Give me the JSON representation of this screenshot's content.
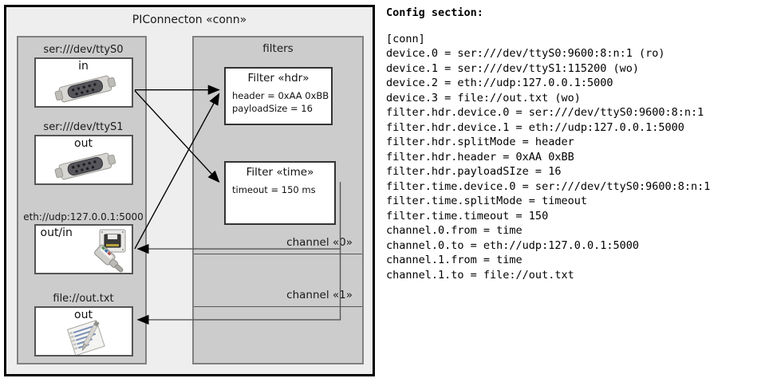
{
  "diagram": {
    "title": "PIConnecton «conn»",
    "devices_panel": {
      "devices": [
        {
          "label": "ser:///dev/ttyS0",
          "direction": "in",
          "icon": "serial-port-icon"
        },
        {
          "label": "ser:///dev/ttyS1",
          "direction": "out",
          "icon": "serial-port-icon"
        },
        {
          "label": "eth://udp:127.0.0.1:5000",
          "direction": "out/in",
          "icon": "ethernet-icon"
        },
        {
          "label": "file://out.txt",
          "direction": "out",
          "icon": "text-file-icon"
        }
      ]
    },
    "filters_panel": {
      "title": "filters",
      "filters": [
        {
          "title": "Filter «hdr»",
          "props": [
            "header = 0xAA 0xBB",
            "payloadSize = 16"
          ]
        },
        {
          "title": "Filter «time»",
          "props": [
            "timeout = 150 ms"
          ]
        }
      ],
      "channels": [
        {
          "label": "channel «0»"
        },
        {
          "label": "channel «1»"
        }
      ]
    },
    "colors": {
      "frame_border": "#000000",
      "frame_background": "#eeeeee",
      "panel_background": "#cccccc",
      "panel_border": "#808080",
      "box_background": "#ffffff",
      "box_border": "#333333",
      "arrow": "#000000"
    }
  },
  "config": {
    "heading": "Config section:",
    "lines": [
      "[conn]",
      "device.0 = ser:///dev/ttyS0:9600:8:n:1 (ro)",
      "device.1 = ser:///dev/ttyS1:115200 (wo)",
      "device.2 = eth://udp:127.0.0.1:5000",
      "device.3 = file://out.txt (wo)",
      "filter.hdr.device.0 = ser:///dev/ttyS0:9600:8:n:1",
      "filter.hdr.device.1 = eth://udp:127.0.0.1:5000",
      "filter.hdr.splitMode = header",
      "filter.hdr.header = 0xAA 0xBB",
      "filter.hdr.payloadSIze = 16",
      "filter.time.device.0 = ser:///dev/ttyS0:9600:8:n:1",
      "filter.time.splitMode = timeout",
      "filter.time.timeout = 150",
      "channel.0.from = time",
      "channel.0.to = eth://udp:127.0.0.1:5000",
      "channel.1.from = time",
      "channel.1.to = file://out.txt"
    ]
  }
}
